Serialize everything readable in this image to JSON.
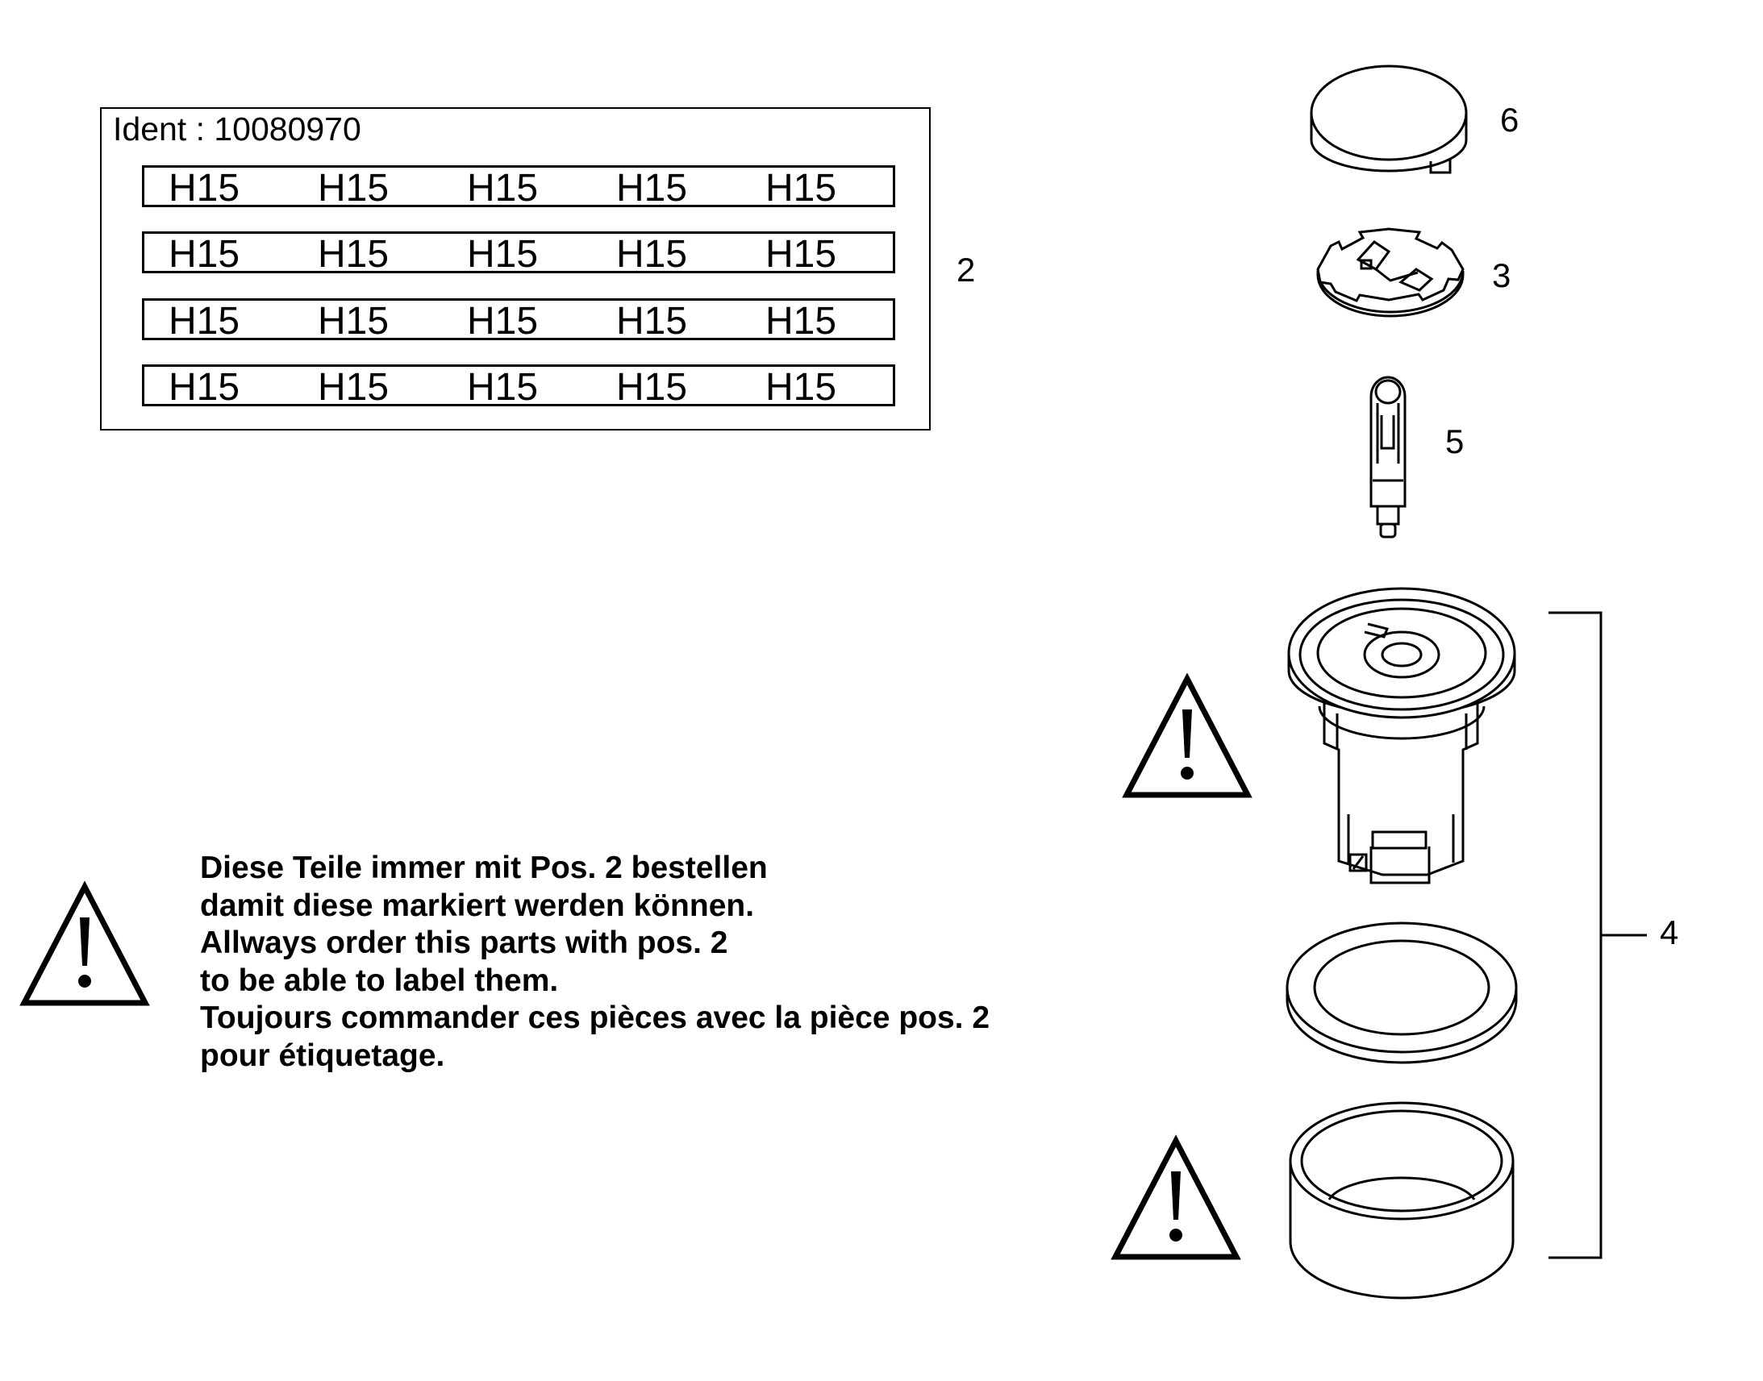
{
  "label_sheet": {
    "ident": "Ident : 10080970",
    "rows": [
      [
        "H15",
        "H15",
        "H15",
        "H15",
        "H15"
      ],
      [
        "H15",
        "H15",
        "H15",
        "H15",
        "H15"
      ],
      [
        "H15",
        "H15",
        "H15",
        "H15",
        "H15"
      ],
      [
        "H15",
        "H15",
        "H15",
        "H15",
        "H15"
      ]
    ]
  },
  "callouts": {
    "pos2": "2",
    "pos6": "6",
    "pos3": "3",
    "pos5": "5",
    "pos4": "4"
  },
  "notice": {
    "lines": [
      "Diese Teile immer mit Pos. 2   bestellen",
      "damit diese markiert werden können.",
      "Allways order this parts with pos. 2",
      "to be able to label them.",
      "Toujours commander ces pièces avec la pièce pos. 2",
      "pour étiquetage."
    ]
  },
  "icons": {
    "warning": "warning-triangle-icon"
  }
}
